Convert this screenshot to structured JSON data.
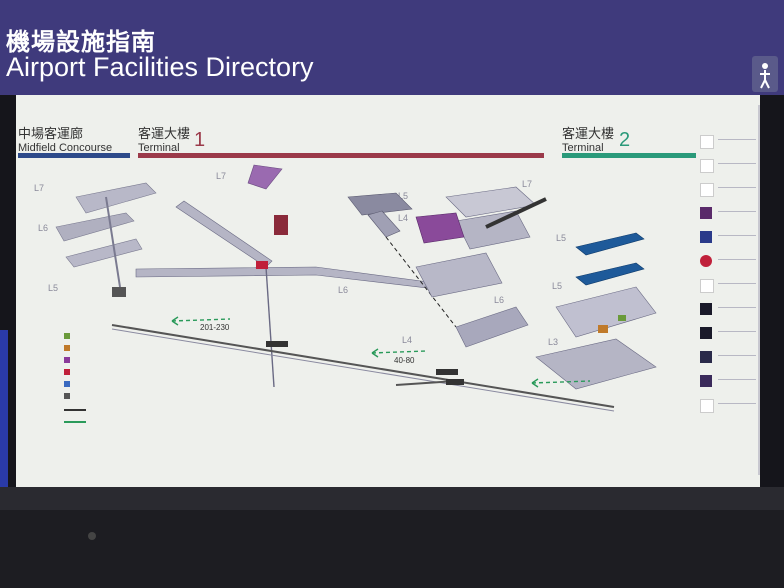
{
  "header": {
    "title_zh": "機場設施指南",
    "title_en": "Airport Facilities Directory"
  },
  "zones": {
    "midfield": {
      "zh": "中場客運廊",
      "en": "Midfield Concourse",
      "color": "#2d4a8a"
    },
    "terminal1": {
      "zh": "客運大樓",
      "en": "Terminal",
      "num": "1",
      "color": "#9b3a4a"
    },
    "terminal2": {
      "zh": "客運大樓",
      "en": "Terminal",
      "num": "2",
      "color": "#2a9a7a"
    }
  },
  "levels": [
    "L7",
    "L6",
    "L5",
    "L7",
    "L6",
    "L7",
    "L5",
    "L4",
    "L6",
    "L5",
    "L5",
    "L4",
    "L3"
  ],
  "gates": {
    "g1": "201-230",
    "g2": "40-80"
  },
  "legend": [
    {
      "label": "",
      "color": "#6a9a3a"
    },
    {
      "label": "",
      "color": "#c07a2a"
    },
    {
      "label": "",
      "color": "#8a3a9a"
    },
    {
      "label": "",
      "color": "#c0203a"
    },
    {
      "label": "",
      "color": "#3a6ac0"
    },
    {
      "label": "",
      "color": "#555555"
    }
  ],
  "colors": {
    "header": "#3f3a7c",
    "board": "#eef0ec",
    "concourse": "#8a8aa0",
    "accent_green": "#2a9a5a"
  }
}
